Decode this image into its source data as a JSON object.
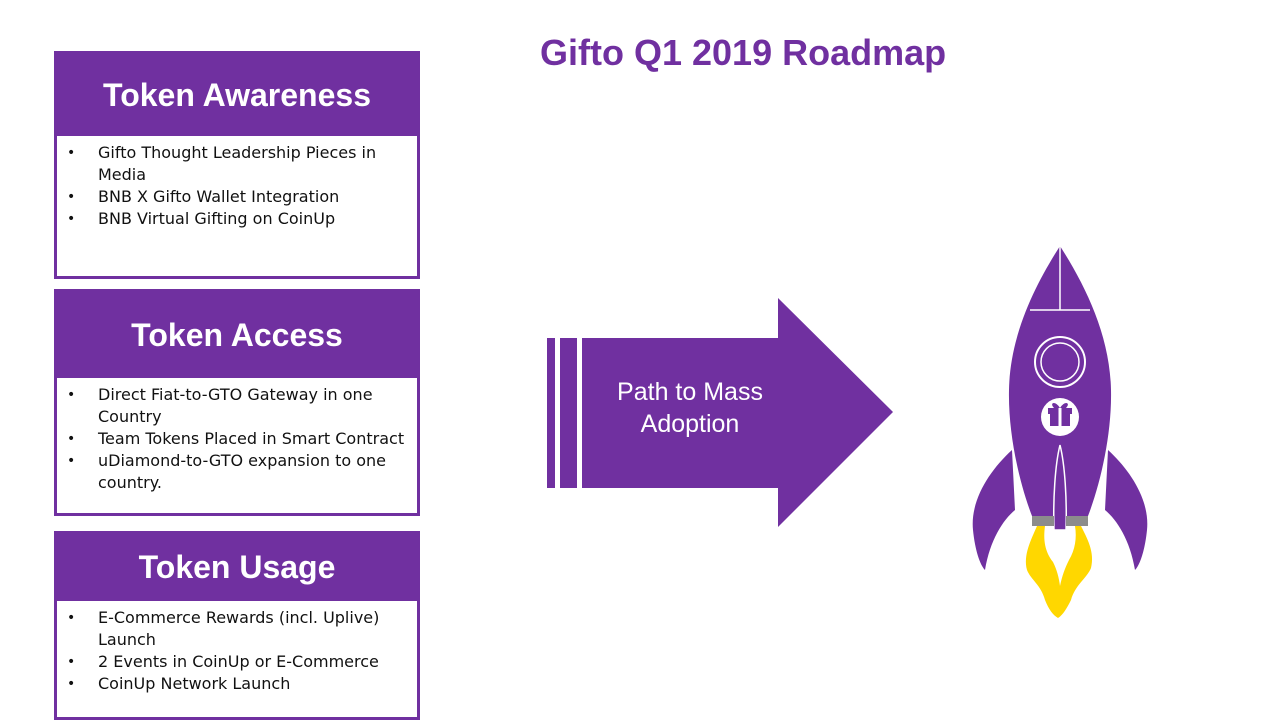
{
  "title": "Gifto Q1 2019 Roadmap",
  "cards": [
    {
      "heading": "Token Awareness",
      "items": [
        "Gifto Thought Leadership Pieces in Media",
        "BNB X Gifto Wallet Integration",
        "BNB Virtual Gifting on CoinUp"
      ]
    },
    {
      "heading": "Token Access",
      "items": [
        "Direct Fiat-to-GTO Gateway in one Country",
        "Team Tokens Placed in Smart Contract",
        "uDiamond-to-GTO expansion to one country."
      ]
    },
    {
      "heading": "Token Usage",
      "items": [
        "E-Commerce Rewards (incl. Uplive) Launch",
        "2 Events in CoinUp or E-Commerce",
        "CoinUp Network Launch"
      ]
    }
  ],
  "arrow": {
    "line1": "Path to Mass",
    "line2": "Adoption"
  },
  "colors": {
    "brand_purple": "#7030a0",
    "flame_yellow": "#ffd700",
    "nozzle_gray": "#8c8c8c"
  },
  "icons": {
    "arrow": "right-arrow-icon",
    "rocket": "rocket-icon",
    "gift": "gift-icon"
  }
}
